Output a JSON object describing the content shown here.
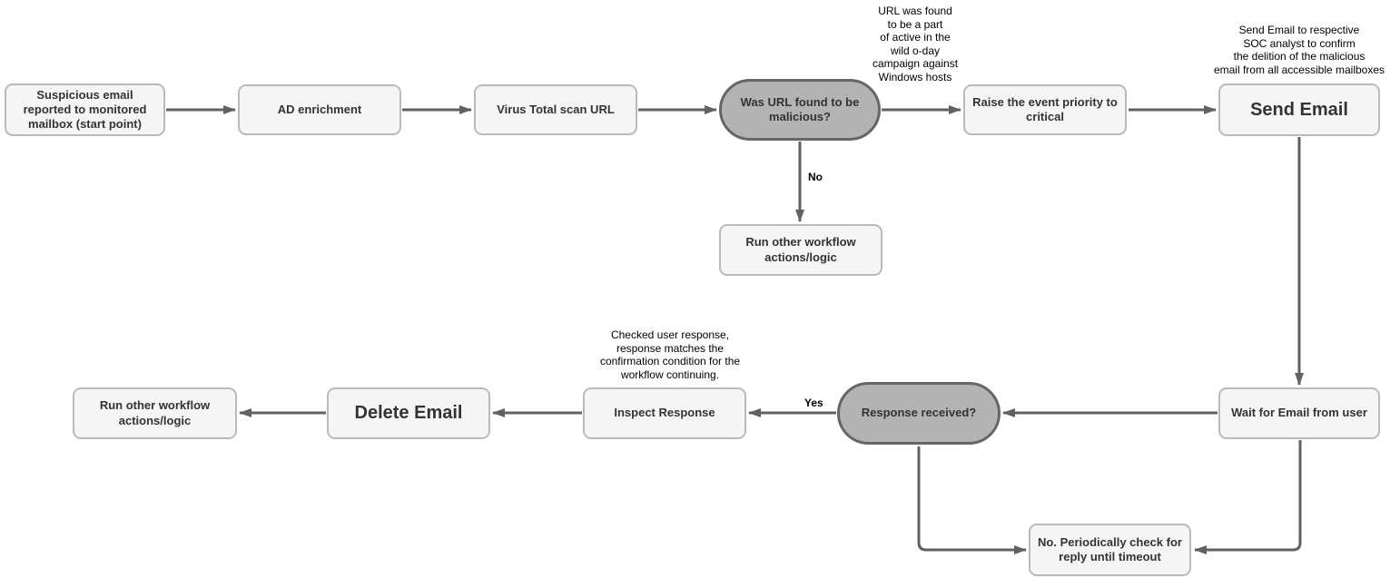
{
  "diagram": {
    "nodes": {
      "start": {
        "label": "Suspicious email reported to monitored mailbox (start point)",
        "type": "process"
      },
      "ad_enrichment": {
        "label": "AD enrichment",
        "type": "process"
      },
      "virus_total": {
        "label": "Virus Total scan URL",
        "type": "process"
      },
      "url_malicious": {
        "label": "Was URL found to be malicious?",
        "type": "decision"
      },
      "raise_priority": {
        "label": "Raise the event priority to critical",
        "type": "process"
      },
      "send_email": {
        "label": "Send Email",
        "type": "process"
      },
      "run_other_top": {
        "label": "Run other workflow actions/logic",
        "type": "process"
      },
      "run_other_bottom": {
        "label": "Run other workflow actions/logic",
        "type": "process"
      },
      "delete_email": {
        "label": "Delete Email",
        "type": "process"
      },
      "inspect_response": {
        "label": "Inspect Response",
        "type": "process"
      },
      "response_received": {
        "label": "Response received?",
        "type": "decision"
      },
      "wait_email": {
        "label": "Wait for Email from user",
        "type": "process"
      },
      "periodic_check": {
        "label": "No. Periodically check for reply until timeout",
        "type": "process"
      }
    },
    "edge_labels": {
      "no": "No",
      "yes": "Yes"
    },
    "annotations": {
      "campaign_note": "URL was found\nto be a part\nof active in the\nwild o-day\ncampaign against\nWindows hosts",
      "send_email_note": "Send Email to respective\nSOC analyst to confirm\nthe delition of the malicious\nemail from all accessible mailboxes",
      "response_note": "Checked user response,\nresponse matches the\nconfirmation condition for the\nworkflow continuing."
    },
    "colors": {
      "canvas_bg": "#ffffff",
      "node_fill": "#f5f5f5",
      "node_border": "#bababa",
      "decision_fill": "#b3b3b3",
      "decision_border": "#666666",
      "arrow": "#616161",
      "node_text": "#333333",
      "annotation_text": "#000000"
    }
  }
}
